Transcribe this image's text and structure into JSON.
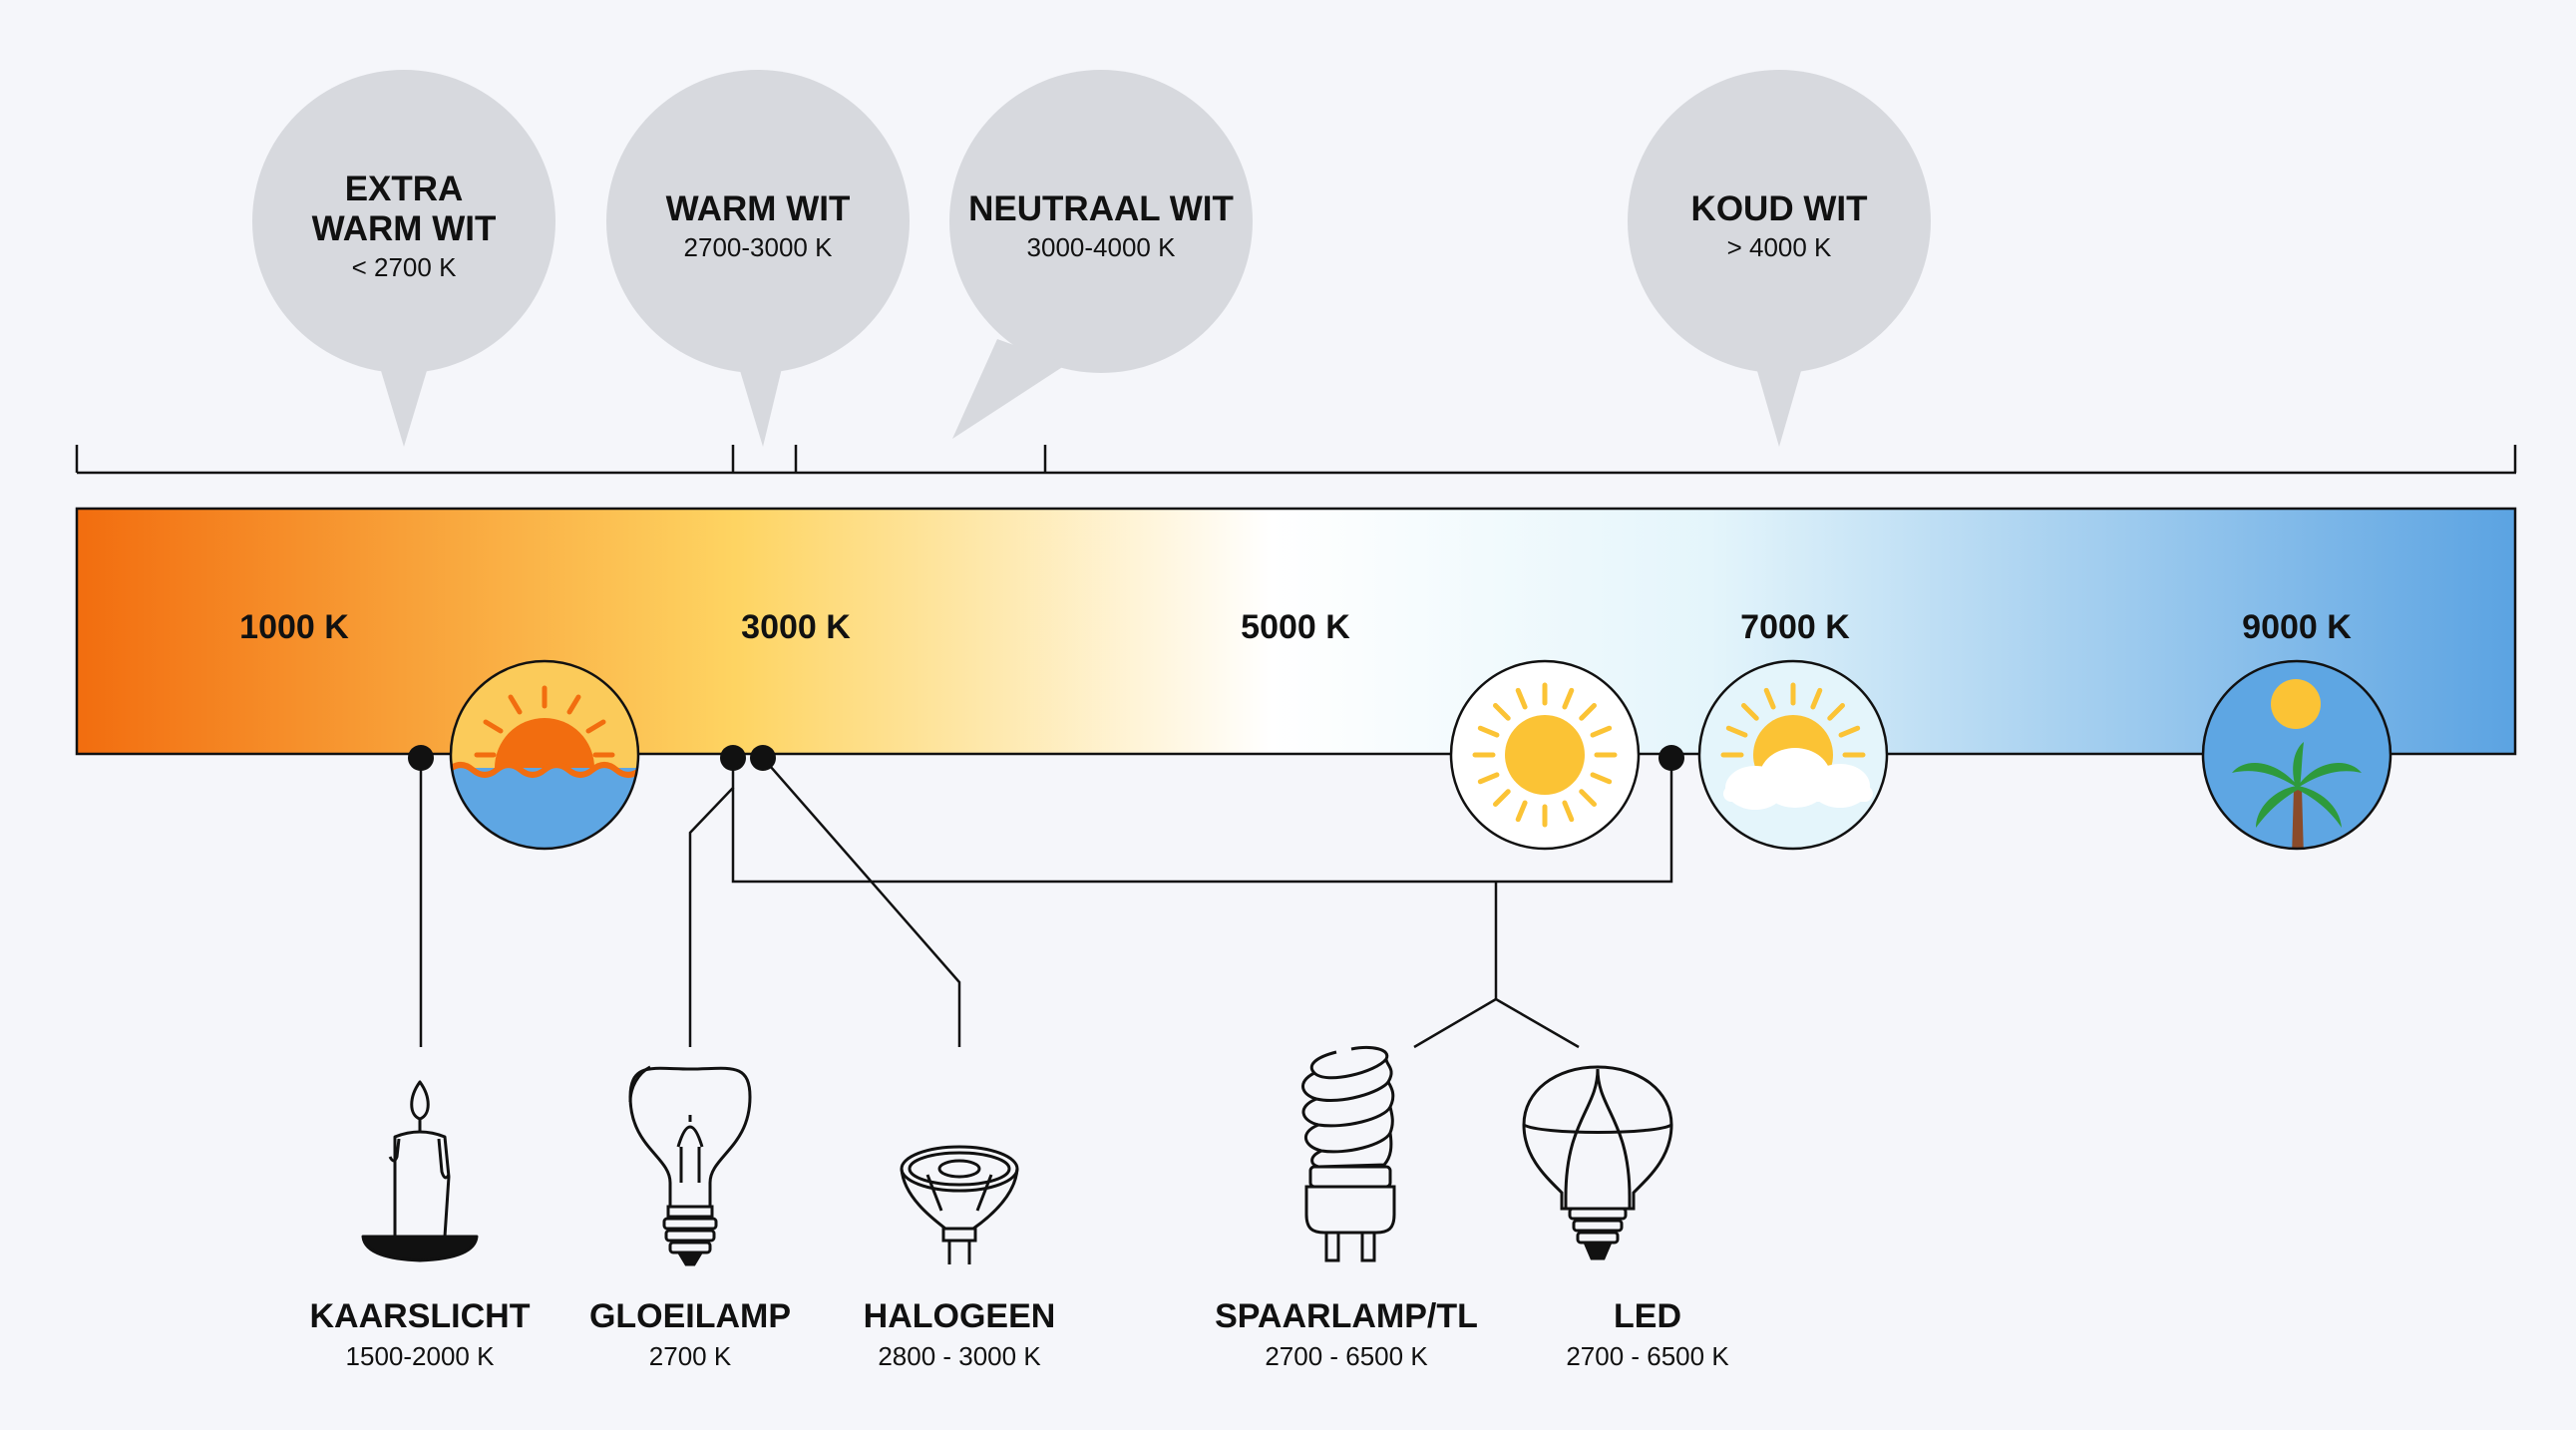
{
  "categories": [
    {
      "title_line1": "EXTRA",
      "title_line2": "WARM WIT",
      "range": "< 2700 K"
    },
    {
      "title_line1": "WARM WIT",
      "range": "2700-3000 K"
    },
    {
      "title_line1": "NEUTRAAL WIT",
      "range": "3000-4000 K"
    },
    {
      "title_line1": "KOUD WIT",
      "range": "> 4000 K"
    }
  ],
  "scale_ticks": [
    "1000 K",
    "3000 K",
    "5000 K",
    "7000 K",
    "9000 K"
  ],
  "sources": [
    {
      "name": "KAARSLICHT",
      "range": "1500-2000 K",
      "icon": "candle-icon"
    },
    {
      "name": "GLOEILAMP",
      "range": "2700 K",
      "icon": "incandescent-bulb-icon"
    },
    {
      "name": "HALOGEEN",
      "range": "2800 - 3000 K",
      "icon": "halogen-spot-icon"
    },
    {
      "name": "SPAARLAMP/TL",
      "range": "2700 - 6500 K",
      "icon": "cfl-bulb-icon"
    },
    {
      "name": "LED",
      "range": "2700 - 6500 K",
      "icon": "led-bulb-icon"
    }
  ],
  "scene_icons": [
    "sunset-icon",
    "sun-icon",
    "sun-cloud-icon",
    "palm-tree-icon"
  ],
  "colors": {
    "warm_orange": "#f26d0f",
    "warm_yellow": "#fed462",
    "neutral_white": "#ffffff",
    "cool_light_blue": "#e4f5fb",
    "cool_blue": "#5ba3e2",
    "bubble_gray": "#d7d9de",
    "sun_yellow": "#fbc335",
    "water_blue": "#5ea6e3"
  }
}
